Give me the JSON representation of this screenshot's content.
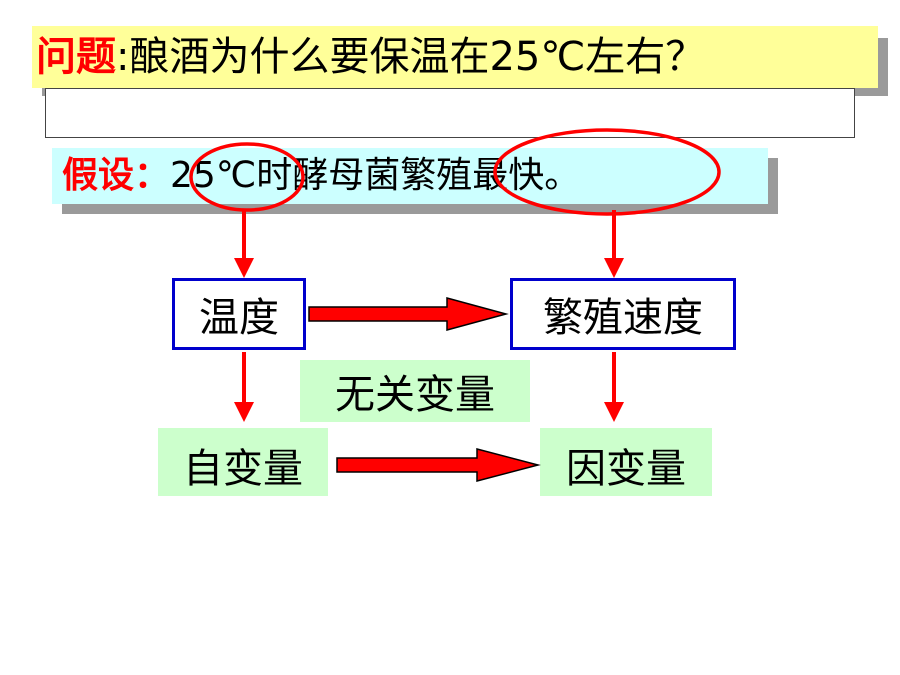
{
  "question": {
    "label": "问题",
    "text": ":酿酒为什么要保温在25℃左右？"
  },
  "hypothesis": {
    "label": "假设：",
    "text": "25℃时酵母菌繁殖最快。"
  },
  "nodes": {
    "temperature": "温度",
    "reproduction_speed": "繁殖速度",
    "irrelevant_variable": "无关变量",
    "independent_variable": "自变量",
    "dependent_variable": "因变量"
  },
  "colors": {
    "accent_red": "#ff0000",
    "box_border": "#0000cc",
    "question_bg": "#ffff99",
    "hypothesis_bg": "#ccffff",
    "variable_bg": "#ccffcc"
  }
}
